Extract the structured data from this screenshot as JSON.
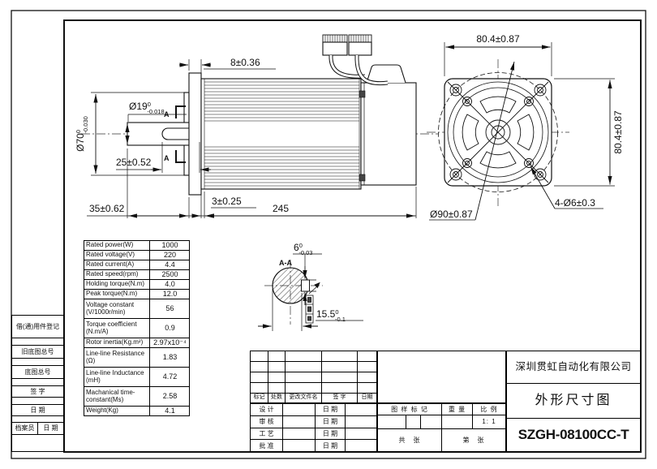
{
  "left_strip": {
    "row1": "借(通)用件登记",
    "row2": "旧底图总号",
    "row3": "底图总号",
    "row4": "签  字",
    "row5": "日  期",
    "row6a": "档案员",
    "row6b": "日 期"
  },
  "spec_table": {
    "rows": [
      {
        "label": "Rated power(W)",
        "value": "1000"
      },
      {
        "label": "Rated voltage(V)",
        "value": "220"
      },
      {
        "label": "Rated current(A)",
        "value": "4.4"
      },
      {
        "label": "Rated speed(rpm)",
        "value": "2500"
      },
      {
        "label": "Holding torque(N.m)",
        "value": "4.0"
      },
      {
        "label": "Peak torque(N.m)",
        "value": "12.0"
      },
      {
        "label": "Voltage constant (V/1000r/min)",
        "value": "56"
      },
      {
        "label": "Torque coefficient (N.m/A)",
        "value": "0.9"
      },
      {
        "label": "Rotor inertia(Kg.m²)",
        "value": "2.97x10⁻⁴"
      },
      {
        "label": "Line-line Resistance (Ω)",
        "value": "1.83"
      },
      {
        "label": "Line-line Inductance (mH)",
        "value": "4.72"
      },
      {
        "label": "Machanical time-constant(Ms)",
        "value": "2.58"
      },
      {
        "label": "Weight(Kg)",
        "value": "4.1"
      }
    ]
  },
  "dims": {
    "d8": "8±0.36",
    "d19": {
      "main": "Ø19",
      "sup": "0",
      "sub": "-0.018"
    },
    "d70": {
      "main": "Ø70",
      "sup": "0",
      "sub": "-0.030"
    },
    "d25": "25±0.52",
    "d35": "35±0.62",
    "d3": "3±0.25",
    "d245": "245",
    "d80_top": "80.4±0.87",
    "d80_right": "80.4±0.87",
    "d90": "Ø90±0.87",
    "d4_6": "4-Ø6±0.3",
    "d6": {
      "main": "6",
      "sup": "0",
      "sub": "-0.03"
    },
    "d15_5": {
      "main": "15.5",
      "sup": "0",
      "sub": "-0.1"
    },
    "section": "A-A",
    "cut_top": "A",
    "cut_bottom": "A"
  },
  "title_block": {
    "rev_header": [
      "标记",
      "处数",
      "更改文件名",
      "签 字",
      "日期"
    ],
    "sig_rows": [
      [
        "设 计",
        "日 期"
      ],
      [
        "审 核",
        "日 期"
      ],
      [
        "工 艺",
        "日 期"
      ],
      [
        "批 准",
        "日 期"
      ]
    ],
    "stamp_label": "图 样 标 记",
    "weight_label": "重 量",
    "scale_label": "比 例",
    "scale_value": "1: 1",
    "sheets_total": "共　张",
    "sheet_no": "第　张",
    "company": "深圳贯虹自动化有限公司",
    "doc_title": "外形尺寸图",
    "part_number": "SZGH-08100CC-T"
  }
}
